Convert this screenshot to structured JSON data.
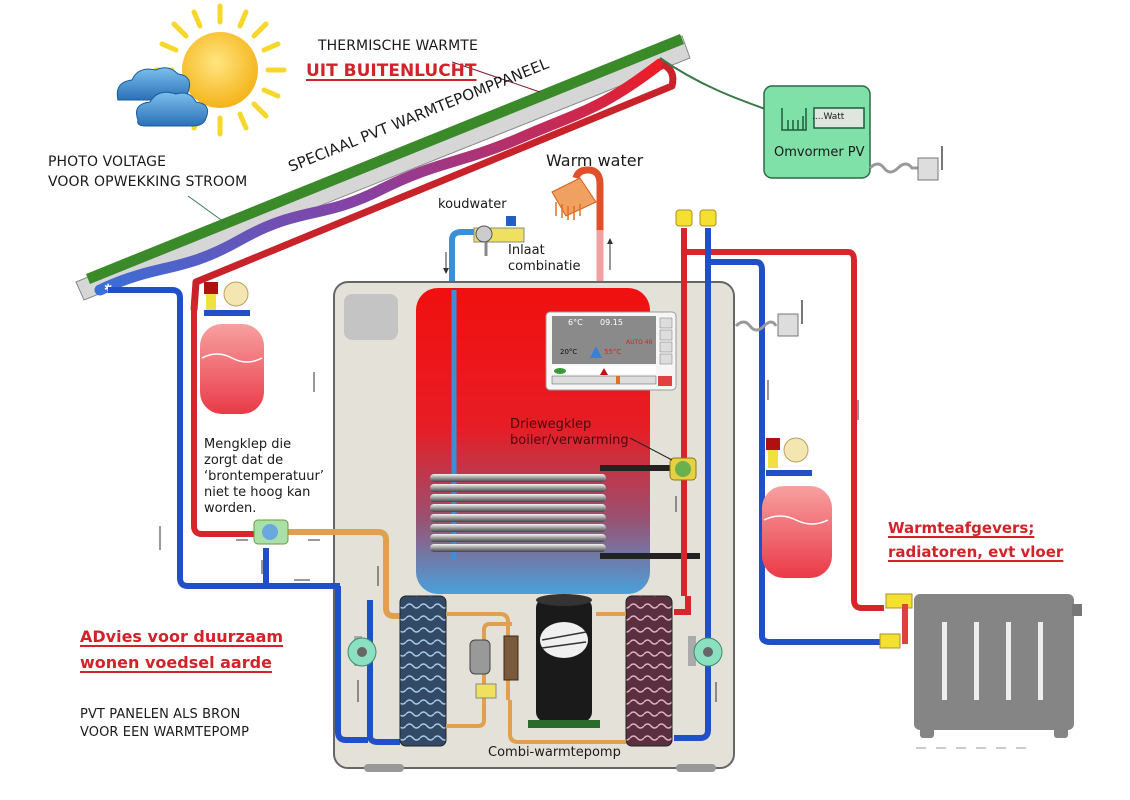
{
  "title": "PVT panelen als bron voor een warmtepomp",
  "labels": {
    "thermal_heat_line1": "THERMISCHE WARMTE",
    "thermal_heat_line2": "UIT BUITENLUCHT",
    "pvt_panel": "SPECIAAL PVT WARMTEPOMPPANEEL",
    "photovoltage_line1": "PHOTO VOLTAGE",
    "photovoltage_line2": "VOOR OPWEKKING STROOM",
    "warm_water": "Warm water",
    "cold_water": "koudwater",
    "inlet_line1": "Inlaat",
    "inlet_line2": "combinatie",
    "three_way_valve_line1": "Driewegklep",
    "three_way_valve_line2": "boiler/verwarming",
    "mixing_valve_lines": [
      "Mengklep die",
      "zorgt dat de",
      "‘brontemperatuur’",
      "niet te hoog kan",
      "worden."
    ],
    "heat_emitters_line1": "Warmteafgevers;",
    "heat_emitters_line2": "radiatoren, evt vloer",
    "advice_line1": "ADvies voor duurzaam",
    "advice_line2": "wonen voedsel aarde",
    "subtitle_line1": "PVT PANELEN ALS BRON",
    "subtitle_line2": "VOOR EEN WARMTEPOMP",
    "combi_heat_pump": "Combi-warmtepomp"
  },
  "inverter": {
    "label": "Omvormer PV",
    "display": "....Watt"
  },
  "controller": {
    "outdoor_temp": "6°C",
    "time": "09.15",
    "indoor_temp": "20°C",
    "water_temp": "55°C",
    "mode_text": "AUTO 46"
  },
  "colors": {
    "hot_pipe": "#d7262b",
    "cold_pipe": "#2050c8",
    "refrigerant_pipe": "#e0a050",
    "pv_green": "#3a8a2a",
    "title_red": "#d1232a",
    "inverter_green": "#7fe0a8",
    "housing": "#e4e2d8"
  }
}
